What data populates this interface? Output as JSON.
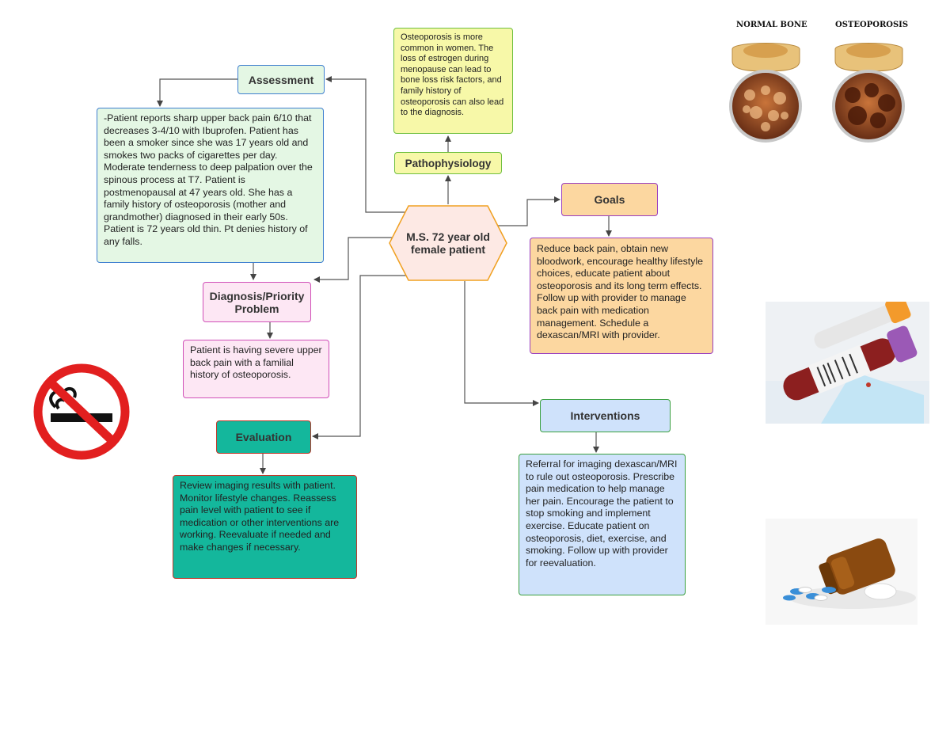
{
  "center": {
    "label": "M.S. 72 year old female patient"
  },
  "assessment": {
    "title": "Assessment",
    "text": "-Patient reports sharp upper back pain 6/10 that decreases 3-4/10 with Ibuprofen. Patient has been a smoker since she was 17 years old and smokes two packs of cigarettes per day. Moderate tenderness to deep palpation over the spinous process at T7. Patient is postmenopausal at 47 years old. She has a family history of osteoporosis (mother and grandmother) diagnosed in their early 50s. Patient is 72 years old thin. Pt denies history of any falls."
  },
  "pathophysiology": {
    "title": "Pathophysiology",
    "text": "Osteoporosis is more common in women. The loss of estrogen during menopause can lead to bone loss risk factors, and family history of osteoporosis can also lead to the diagnosis."
  },
  "goals": {
    "title": "Goals",
    "text": "Reduce back pain, obtain new bloodwork, encourage healthy lifestyle choices, educate patient about osteoporosis and its long term effects. Follow up with provider to manage back pain with medication management. Schedule a dexascan/MRI with provider."
  },
  "diagnosis": {
    "title": "Diagnosis/Priority Problem",
    "text": "Patient is having severe upper back pain with a familial history of osteoporosis."
  },
  "evaluation": {
    "title": "Evaluation",
    "text": "Review imaging results with patient. Monitor lifestyle changes. Reassess pain level with patient to see if medication or other interventions are working. Reevaluate if needed and make changes if necessary."
  },
  "interventions": {
    "title": "Interventions",
    "text": "Referral for imaging dexascan/MRI to rule out osteoporosis. Prescribe pain medication to help manage her pain. Encourage the patient to stop smoking and implement exercise. Educate patient on osteoporosis, diet, exercise, and smoking. Follow up with provider for reevaluation."
  },
  "bone_image": {
    "normal_label": "NORMAL BONE",
    "osteo_label": "OSTEOPOROSIS"
  },
  "colors": {
    "assessment_fill": "#e4f7e4",
    "assessment_border": "#3f7fd0",
    "patho_fill": "#f7f8a8",
    "patho_border": "#6fbf3f",
    "goals_fill": "#fcd7a0",
    "goals_border": "#9a3fc0",
    "diagnosis_fill": "#fde7f4",
    "diagnosis_border": "#d050b8",
    "evaluation_fill": "#14b79c",
    "evaluation_border": "#c0392b",
    "interventions_fill": "#cfe2fb",
    "interventions_border": "#3aa040",
    "center_fill": "#fde9e4",
    "center_border": "#f0a020"
  }
}
